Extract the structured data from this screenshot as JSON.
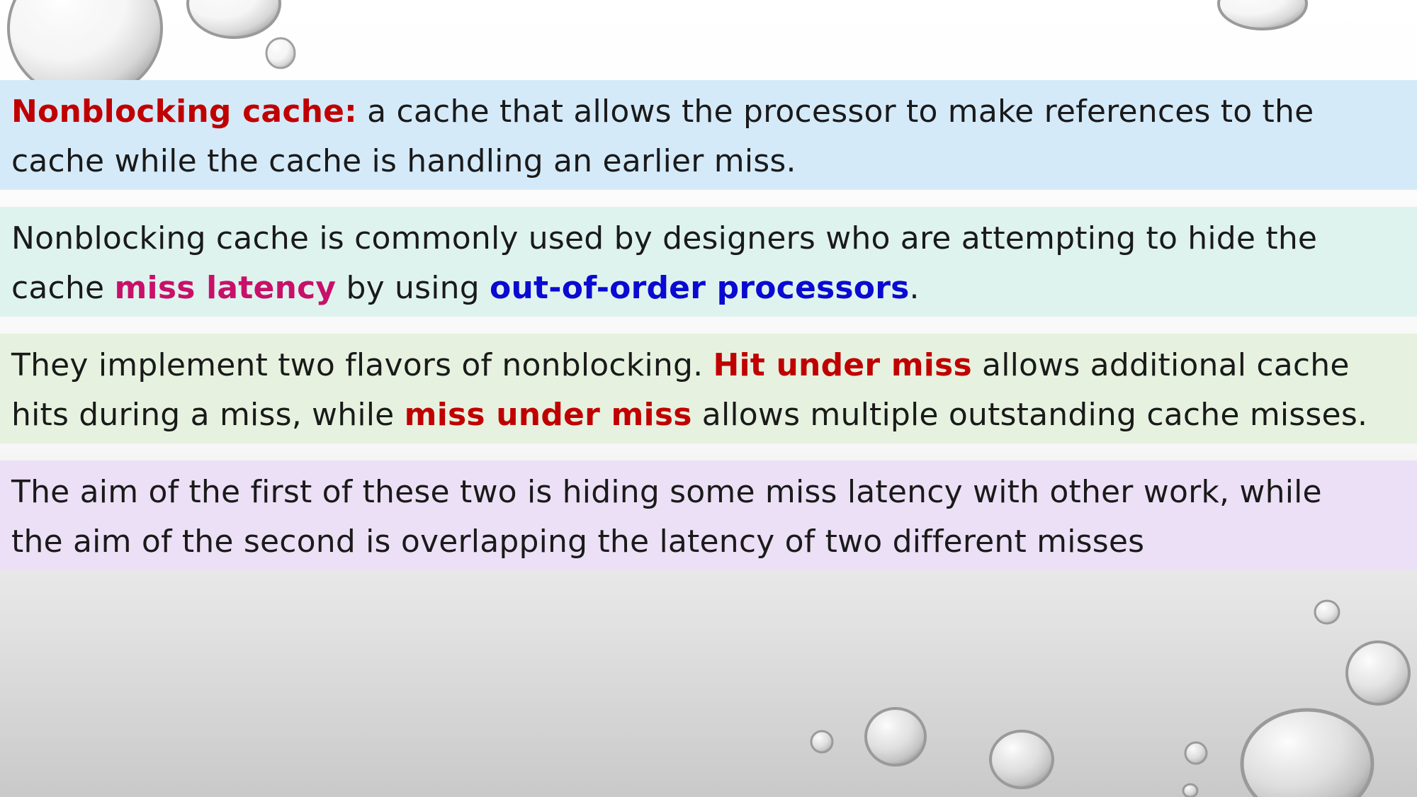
{
  "slide": {
    "paragraphs": [
      {
        "line1": {
          "term": "Nonblocking cache:",
          "rest": " a cache that allows the processor to make references to the"
        },
        "line2": "cache while the cache is handling an earlier miss."
      },
      {
        "line1": "Nonblocking cache is commonly used by designers who are attempting to hide the",
        "line2": {
          "pre": "cache ",
          "term1": "miss latency",
          "mid": " by using ",
          "term2": "out-of-order processors",
          "post": "."
        }
      },
      {
        "line1": {
          "pre": "They implement two flavors of nonblocking. ",
          "term": "Hit under miss",
          "post": " allows additional cache"
        },
        "line2": {
          "pre": "hits during a miss, while ",
          "term": "miss under miss",
          "post": " allows multiple outstanding cache misses."
        }
      },
      {
        "line1": "The aim of the first of these two is hiding some miss latency with other work, while",
        "line2": "the aim of the second is overlapping the latency of two different misses"
      }
    ]
  },
  "colors": {
    "band1": "#d5eaf9",
    "band2": "#dff3ee",
    "band3": "#e6f2df",
    "band4": "#ece0f6",
    "term_red": "#c00000",
    "term_magenta": "#c8106a",
    "term_blue": "#0a0ad2"
  },
  "decoration": "water-droplets"
}
